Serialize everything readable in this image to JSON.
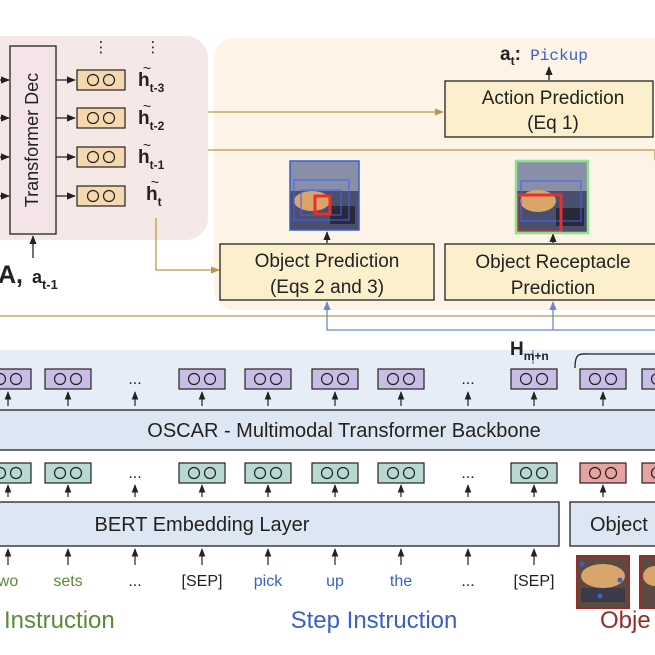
{
  "decoder": {
    "title": "Transformer Dec",
    "history": [
      {
        "h": "h",
        "sub": "t-3"
      },
      {
        "h": "h",
        "sub": "t-2"
      },
      {
        "h": "h",
        "sub": "t-1"
      },
      {
        "h": "h",
        "sub": "t"
      }
    ],
    "ellipsis": "⋮",
    "input_A": "A,",
    "input_a": "a",
    "input_sub": "t-1"
  },
  "heads": {
    "action_output_label": "a",
    "action_output_sub": "t",
    "action_output_value": "Pickup",
    "action_prediction": [
      "Action Prediction",
      "(Eq 1)"
    ],
    "object_prediction": [
      "Object Prediction",
      "(Eqs 2 and 3)"
    ],
    "receptacle_prediction": [
      "Object Receptacle",
      "Prediction"
    ]
  },
  "backbone": {
    "hidden_label": "H",
    "hidden_sub": "m+n",
    "oscar_title": "OSCAR - Multimodal Transformer Backbone",
    "bert_title": "BERT Embedding Layer",
    "object_title": "Object",
    "ellipsis": "..."
  },
  "tokens": {
    "goal": [
      "wo",
      "sets",
      "..."
    ],
    "step": [
      "[SEP]",
      "pick",
      "up",
      "the",
      "...",
      "[SEP]"
    ]
  },
  "sections": {
    "goal_instruction": "Instruction",
    "step_instruction": "Step Instruction",
    "objects": "Obje"
  },
  "colors": {
    "goal_green": "#5a8a3a",
    "step_blue": "#3a5fc8",
    "object_red": "#9b2a2a",
    "node_orange": "#f6d8b0",
    "node_purple": "#c9bde6",
    "node_teal": "#b8d8d2",
    "node_pink": "#e8a2a2",
    "highlight_red": "#e53030",
    "highlight_green": "#8fe08a"
  }
}
